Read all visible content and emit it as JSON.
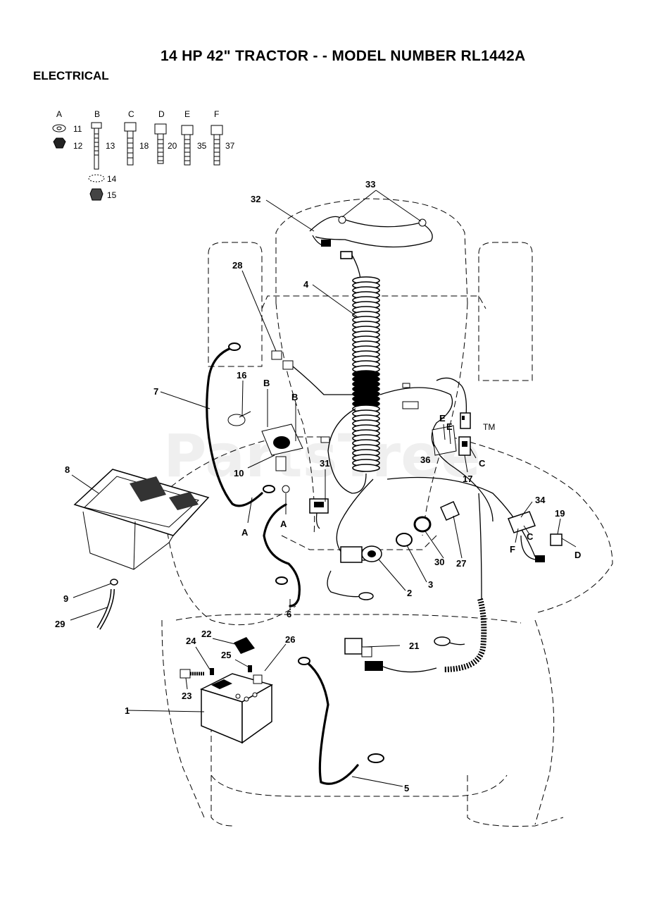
{
  "title": "14 HP 42\" TRACTOR - - MODEL NUMBER RL1442A",
  "section": "ELECTRICAL",
  "watermark": "PartsTree",
  "watermark_tm": "TM",
  "hardware_letters": [
    "A",
    "B",
    "C",
    "D",
    "E",
    "F"
  ],
  "hardware_numbers": [
    "11",
    "12",
    "13",
    "14",
    "15",
    "18",
    "20",
    "35",
    "37"
  ],
  "part_callouts": [
    "1",
    "2",
    "3",
    "4",
    "5",
    "6",
    "7",
    "8",
    "9",
    "10",
    "16",
    "17",
    "19",
    "21",
    "22",
    "23",
    "24",
    "25",
    "26",
    "27",
    "28",
    "29",
    "30",
    "31",
    "32",
    "33",
    "34",
    "36"
  ],
  "connection_letters": {
    "a_left": "A",
    "a_right": "A",
    "b_left": "B",
    "b_right": "B",
    "e_one": "E",
    "e_two": "E",
    "c_one": "C",
    "c_two": "C",
    "f_one": "F",
    "d_one": "D"
  }
}
